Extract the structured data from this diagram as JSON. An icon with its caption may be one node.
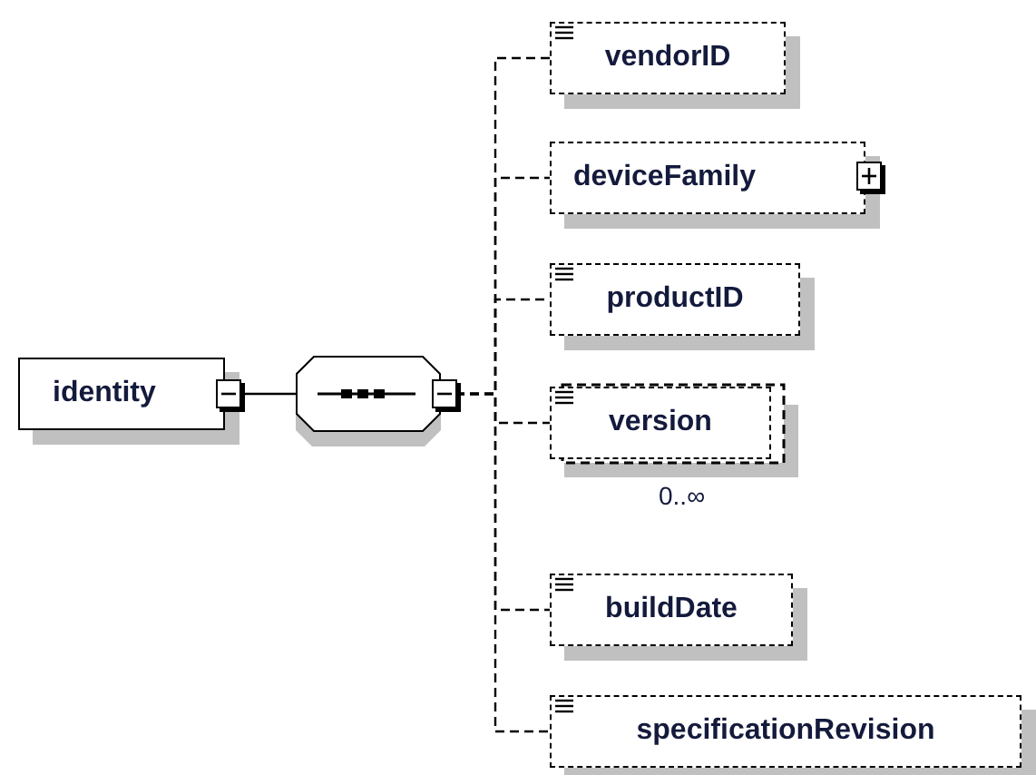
{
  "diagram": {
    "nodes": [
      {
        "text": [
          "identity"
        ]
      },
      {
        "text": [],
        "shape": "octagon"
      },
      {
        "text": [
          "vendorID"
        ]
      },
      {
        "text": [
          "deviceFamily"
        ]
      },
      {
        "text": [
          "productID"
        ]
      },
      {
        "text": [
          "version"
        ],
        "beside": [
          "0..∞"
        ]
      },
      {
        "text": [
          "buildDate"
        ]
      },
      {
        "text": [
          "specificationRevision"
        ]
      }
    ],
    "edges": [
      {
        "from": 0,
        "to": 1,
        "arrow": "other"
      },
      {
        "from": 1,
        "to": 2,
        "arrow": "other",
        "style": "dashed"
      },
      {
        "from": 1,
        "to": 3,
        "arrow": "other",
        "style": "dashed"
      },
      {
        "from": 1,
        "to": 4,
        "arrow": "other",
        "style": "dashed"
      },
      {
        "from": 1,
        "to": 5,
        "arrow": "other",
        "style": "dashed"
      },
      {
        "from": 1,
        "to": 6,
        "arrow": "other",
        "style": "dashed"
      },
      {
        "from": 1,
        "to": 7,
        "arrow": "other",
        "style": "dashed"
      }
    ]
  }
}
